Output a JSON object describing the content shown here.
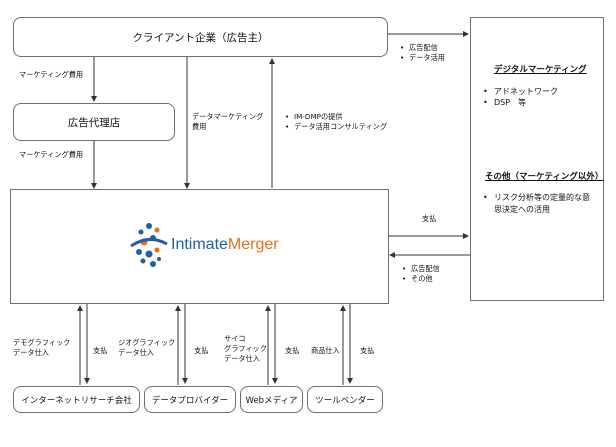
{
  "boxes": {
    "client": "クライアント企業（広告主）",
    "agency": "広告代理店",
    "research": "インターネットリサーチ会社",
    "provider": "データプロバイダー",
    "webmedia": "Webメディア",
    "toolvendor": "ツールベンダー"
  },
  "logo": {
    "word1": "Intimate",
    "word2": "Merger",
    "color1": "#1f5fa8",
    "color2": "#e8701a"
  },
  "right_panel": {
    "heading1": "デジタルマーケティング",
    "items1": [
      "アドネットワーク",
      "DSP　等"
    ],
    "heading2": "その他（マーケティング以外）",
    "items2": [
      "リスク分析等の定量的な意",
      "思決定への活用"
    ]
  },
  "labels": {
    "marketing_cost_1": "マーケティング費用",
    "marketing_cost_2": "マーケティング費用",
    "data_marketing_cost_1": "データマーケティング",
    "data_marketing_cost_2": "費用",
    "im_dmp": [
      "IM-DMPの提供",
      "データ活用コンサルティング"
    ],
    "top_right": [
      "広告配信",
      "データ活用"
    ],
    "payment_right": "支払",
    "mid_right": [
      "広告配信",
      "その他"
    ],
    "demographic": [
      "デモグラフィック",
      "データ仕入"
    ],
    "pay1": "支払",
    "geographic": [
      "ジオグラフィック",
      "データ仕入"
    ],
    "pay2": "支払",
    "psychographic": [
      "サイコ",
      "グラフィック",
      "データ仕入"
    ],
    "pay3": "支払",
    "product_purchase": "商品仕入",
    "pay4": "支払"
  }
}
